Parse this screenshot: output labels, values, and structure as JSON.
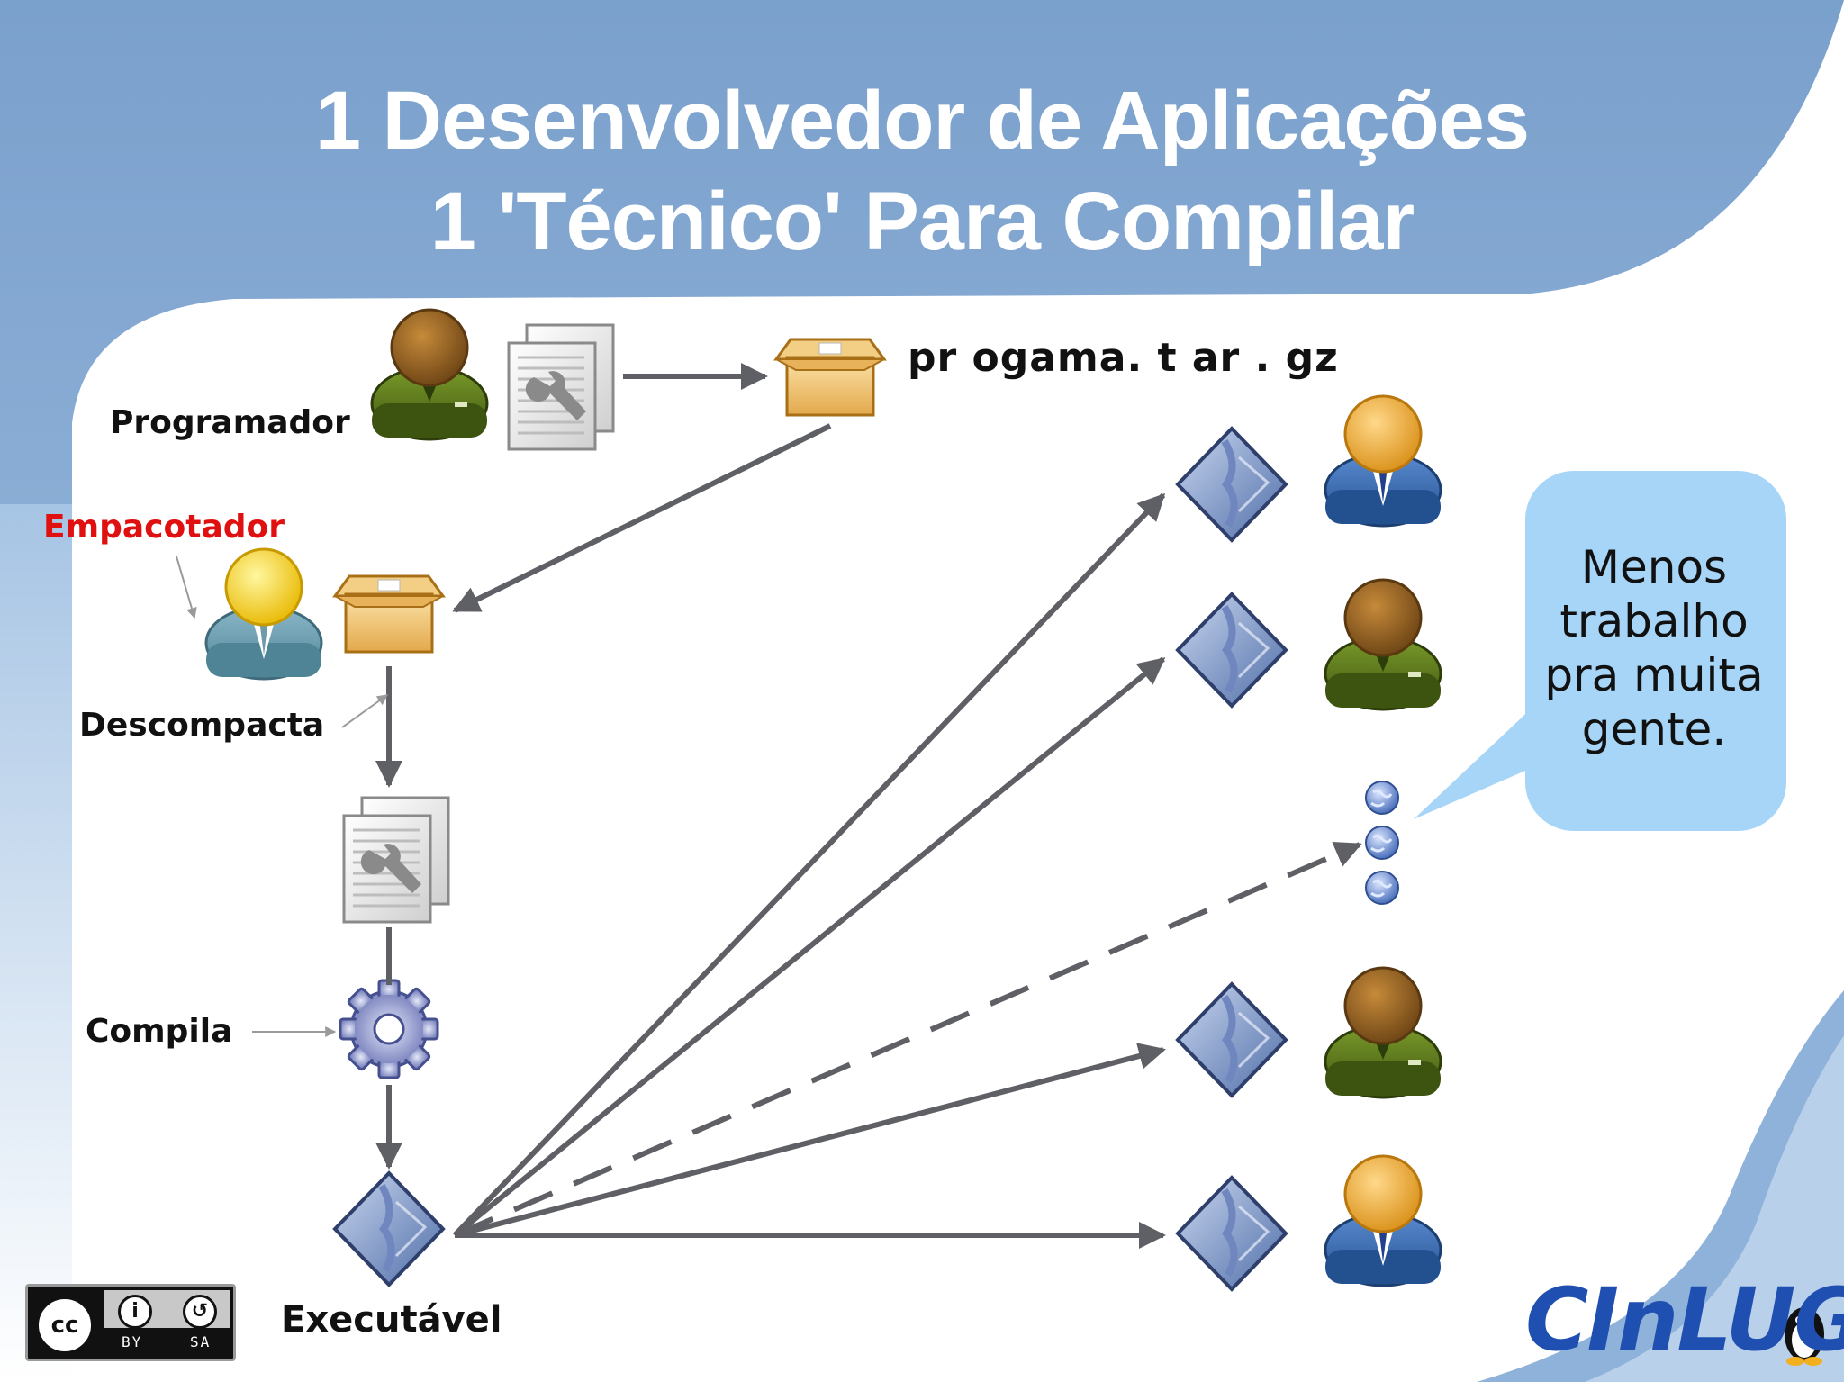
{
  "title": {
    "line1": "1 Desenvolvedor de Aplicações",
    "line2": "1 'Técnico' Para Compilar"
  },
  "labels": {
    "programador": "Programador",
    "empacotador": "Empacotador",
    "descompacta": "Descompacta",
    "compila": "Compila",
    "executavel": "Executável",
    "arquivo": "pr ogama. t ar . gz"
  },
  "bubble": {
    "lines": [
      "Menos",
      "trabalho",
      "pra muita",
      "gente."
    ]
  },
  "logo": {
    "text": "CInLUG"
  },
  "license": {
    "cc": "cc",
    "by": "BY",
    "sa": "SA"
  },
  "colors": {
    "header_top": "#7aa0cc",
    "header_bottom": "#9cbde0",
    "arrow": "#5f5f66",
    "empacotador_label": "#e01010",
    "bubble": "#9fd0f5",
    "logo": "#1f4fb0"
  },
  "icons": {
    "programmer": "person-green-icon",
    "packager": "person-yellow-teal-icon",
    "source_files": "source-files-icon",
    "package": "package-box-icon",
    "compile": "gear-icon",
    "executable": "executable-diamond-icon",
    "users": [
      "person-blue-icon",
      "person-green-icon",
      "person-green-icon",
      "person-blue-icon"
    ],
    "ellipsis": "globe-dots-icon"
  }
}
